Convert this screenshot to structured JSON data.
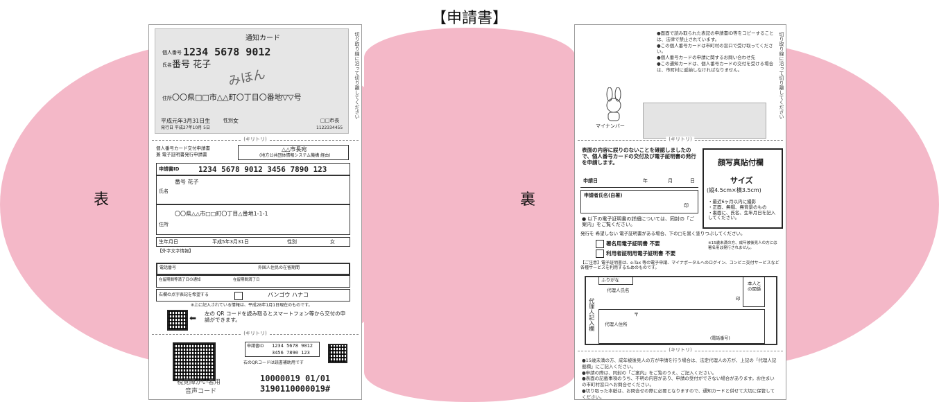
{
  "header": {
    "title": "【申請書】"
  },
  "labels": {
    "front": "表",
    "back": "裏"
  },
  "front": {
    "card_title": "通知カード",
    "personal_number_label": "個人番号",
    "personal_number": "1234 5678 9012",
    "name_label": "氏名",
    "name": "番号 花子",
    "furigana": "みほん",
    "address_label": "住所",
    "address": "〇〇県□□市△△町〇丁目〇番地▽▽号",
    "birth": "平成元年3月31日生",
    "sex_label": "性別",
    "sex": "女",
    "issue_date": "発行日 平成27年10月 5日",
    "city_code": "□□市長",
    "card_code": "1122334455",
    "side_note": "切り取り線に沿って切り離してください",
    "cut_label": "(キリトリ)",
    "form_title_1": "個人番号カード交付申請書",
    "form_title_2": "兼 電子証明書発行申請書",
    "municipality": "△△市長宛",
    "municipality_note": "(地方公共団体情報システム機構 経由)",
    "id_label": "申請書ID",
    "id_value": "1234 5678 9012 3456 7890 123",
    "name_row_label": "氏名",
    "name_value": "番号 花子",
    "address_row_label": "住所",
    "address_value": "〇〇県△△市□□町〇丁目△番地1-1-1",
    "birth_label": "生年月日",
    "birth_value": "平成5年3月31日",
    "sex_row_label": "性別",
    "sex_value": "女",
    "extra_label": "【外字文字情報】",
    "tel_label": "電話番号",
    "foreign_label": "外国人住民の在留期間",
    "mark_label_1": "在留期間等満了日の通知",
    "mark_label_2": "在留期間満了日",
    "furigana_prompt": "右欄の点字表記を希望する",
    "kana_name": "バンゴウ ハナコ",
    "notice_date": "※上に記入されている情報は、平成28年1月1日現在のものです。",
    "qr_text": "左の QR コードを読み取るとスマートフォン等から交付の申請ができます。",
    "id_box_label": "申請書ID",
    "id_box_value_1": "1234 5678 9012",
    "id_box_value_2": "3456 7890 123",
    "qr_note": "右のQRコードは読書補助用です",
    "voice_code_1": "視覚障がい者用",
    "voice_code_2": "音声コード",
    "barcode_1": "10000019 01/01",
    "barcode_2": "3190110000019#"
  },
  "back": {
    "side_note": "切り取り線に沿って切り離してください",
    "notes": [
      "●面面で読み取られた表記の申請書ID等をコピーすることは、法律で禁止されています。",
      "●この個人番号カードは市町村の窓口で受け取ってください。",
      "●個人番号カードの申請に関するお問い合わせ先",
      "●この通知カードは、個人番号カードの交付を受ける場合は、市町村に返納しなければなりません。"
    ],
    "mascot": "マイナンバー",
    "cut_label": "(キリトリ)",
    "declaration": "表面の内容に誤りのないことを確認しましたので、個人番号カードの交付及び電子証明書の発行を申請します。",
    "date_label": "申請日",
    "year": "年",
    "month": "月",
    "day": "日",
    "sign_label": "申請者氏名(自署)",
    "seal": "印",
    "note_digital": "● 以下の電子証明書の詳細については、同封の「ご案内」をご覧ください。",
    "photo_title": "顔写真貼付欄",
    "photo_size": "サイズ",
    "photo_dims": "(縦4.5cm×横3.5cm)",
    "photo_reqs": "・最近6ヶ月以内に撮影\n・正面、無帽、無背景のもの\n・裏面に、氏名、生年月日を記入してください。",
    "unwanted_prompt": "発行を 希望しない 電子証明書がある場合、下の□を黒く塗りつぶしてください。",
    "cert_1": "署名用電子証明書 不要",
    "cert_2": "利用者証明用電子証明書 不要",
    "cert_note": "※15歳未満の方、成年被後見人の方には署名用は発行されません。",
    "explain": "【ご注意】電子証明書は、e-Tax 等の電子申請、マイナポータルへのログイン、コンビニ交付サービスなど各種サービスを利用するためのものです。",
    "agent_title": "代理人記入欄",
    "agent_kana": "ふりがな",
    "agent_name": "代理人氏名",
    "agent_relation": "本人との関係",
    "agent_address": "代理人住所",
    "postal": "〒",
    "tel": "(電話番号)",
    "cut_label_2": "(キリトリ)",
    "bottom_notes": [
      "●15歳未満の方、成年被後見人の方が申請を行う場合は、法定代理人の方が、上記の「代理人記載欄」にご記入ください。",
      "●申請の際は、同封の「ご案内」をご覧のうえ、ご記入ください。",
      "●表面の記載事項のうち、不明の内容があり、申請の受付ができない場合があります。お住まいの市町村窓口へお問合せください。",
      "●切り取った本紙は、お問合せの際に必要となりますので、通知カードと併せて大切に保管してください。"
    ]
  },
  "colors": {
    "blob": "#f4b8c8"
  }
}
